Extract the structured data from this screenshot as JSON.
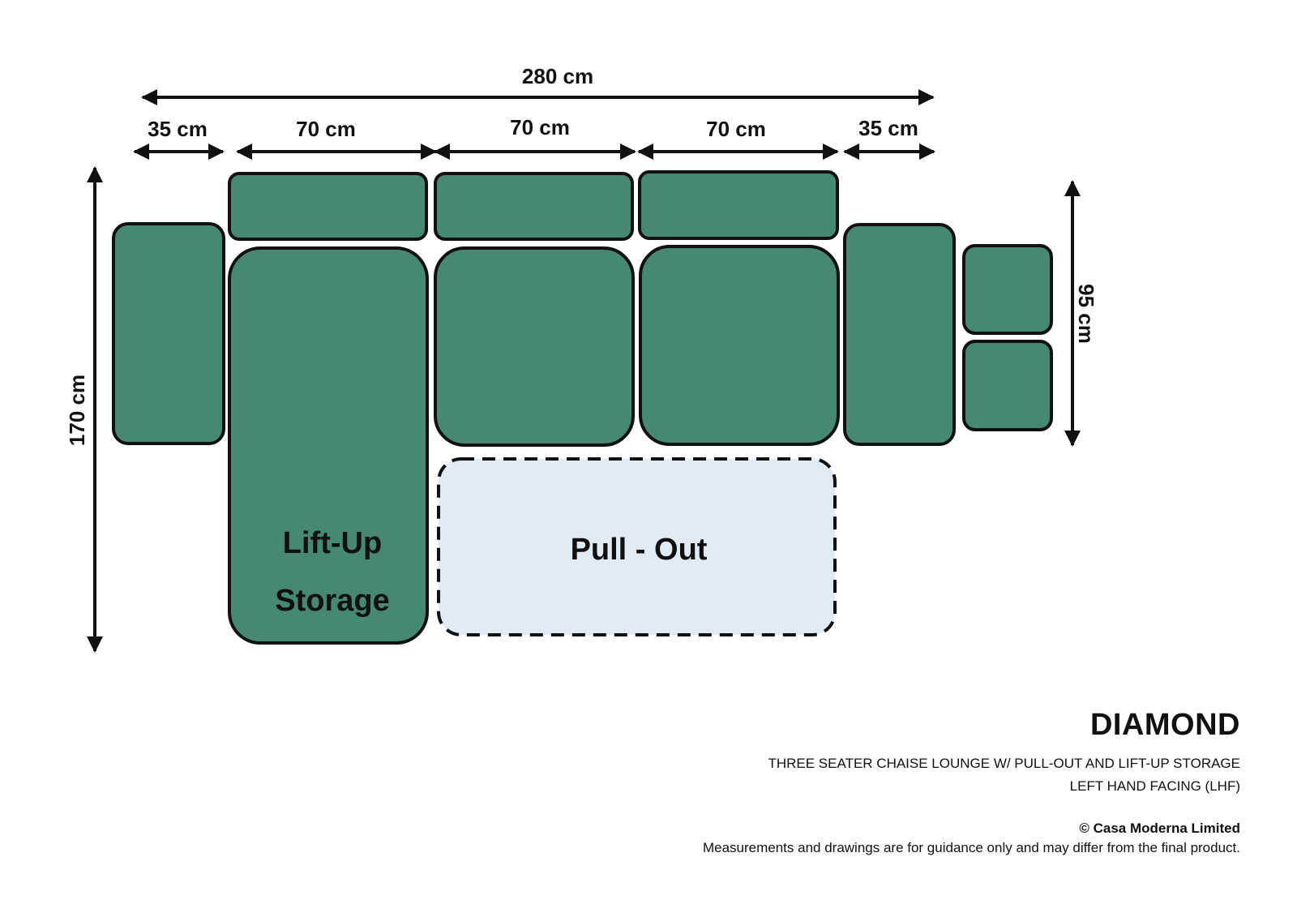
{
  "colors": {
    "cushion_fill": "#478872",
    "outline": "#111111",
    "pullout_fill": "#e0ebf6",
    "background": "#ffffff"
  },
  "dimensions": {
    "total_width": "280 cm",
    "arm_left": "35 cm",
    "seat_1": "70 cm",
    "seat_2": "70 cm",
    "seat_3": "70 cm",
    "arm_right": "35 cm",
    "total_depth": "170 cm",
    "side_depth": "95 cm"
  },
  "zones": {
    "lift_up_line1": "Lift-Up",
    "lift_up_line2": "Storage",
    "pull_out": "Pull - Out"
  },
  "title_block": {
    "name": "DIAMOND",
    "description": "THREE SEATER CHAISE LOUNGE W/ PULL-OUT AND LIFT-UP STORAGE",
    "orientation": "LEFT HAND FACING (LHF)",
    "copyright": "© Casa Moderna Limited",
    "disclaimer": "Measurements and drawings are for guidance only and may differ from the final product."
  }
}
